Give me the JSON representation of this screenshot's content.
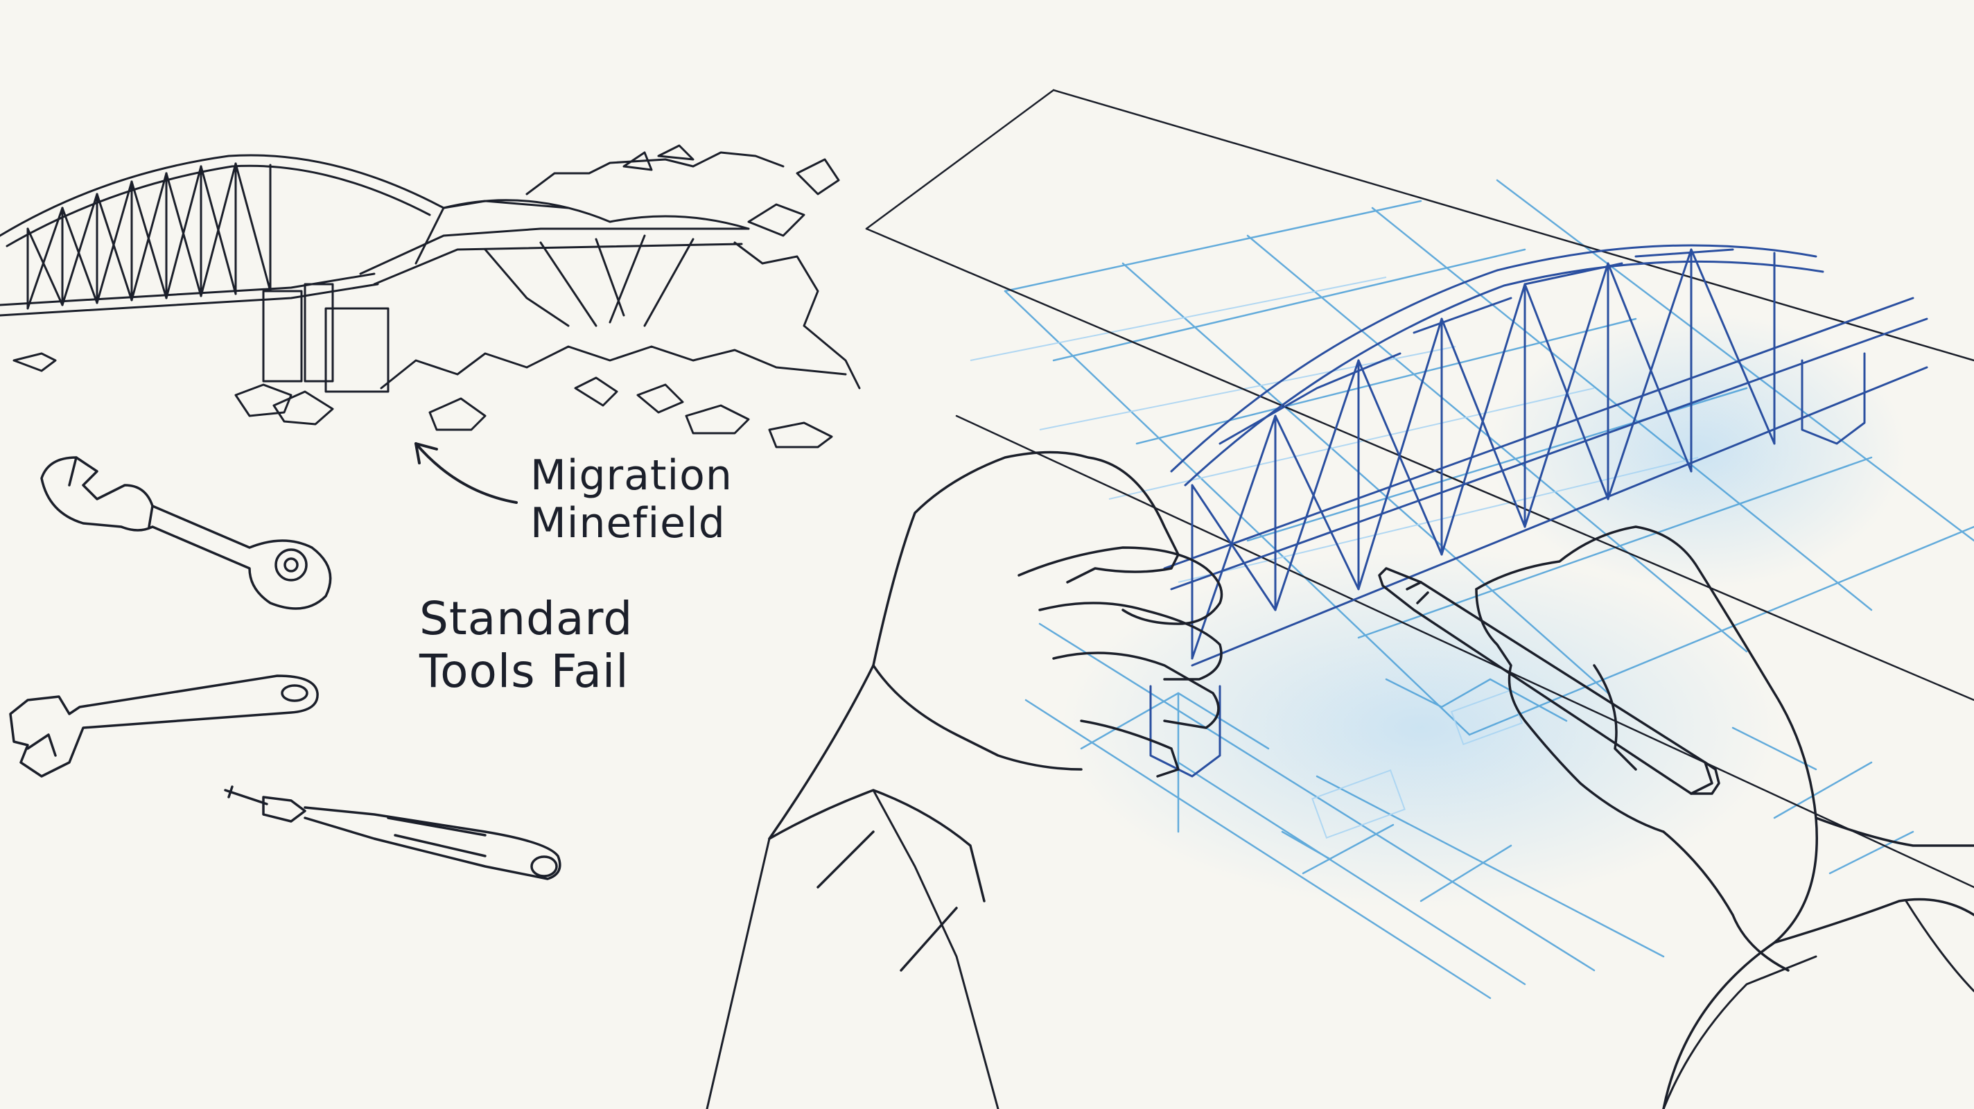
{
  "annotations": {
    "migration": {
      "line1": "Migration",
      "line2": "Minefield"
    },
    "standard_tools": {
      "line1": "Standard",
      "line2": "Tools Fail"
    }
  },
  "colors": {
    "paper": "#f7f6f1",
    "ink": "#1b1f2a",
    "blueprint": "#4a9fd8",
    "blueprint_light": "#a9d4f2"
  },
  "icons": [
    "collapsed-bridge",
    "open-end-wrench",
    "adjustable-wrench",
    "screwdriver",
    "blueprint-bridge",
    "hands-drawing-pencil"
  ]
}
